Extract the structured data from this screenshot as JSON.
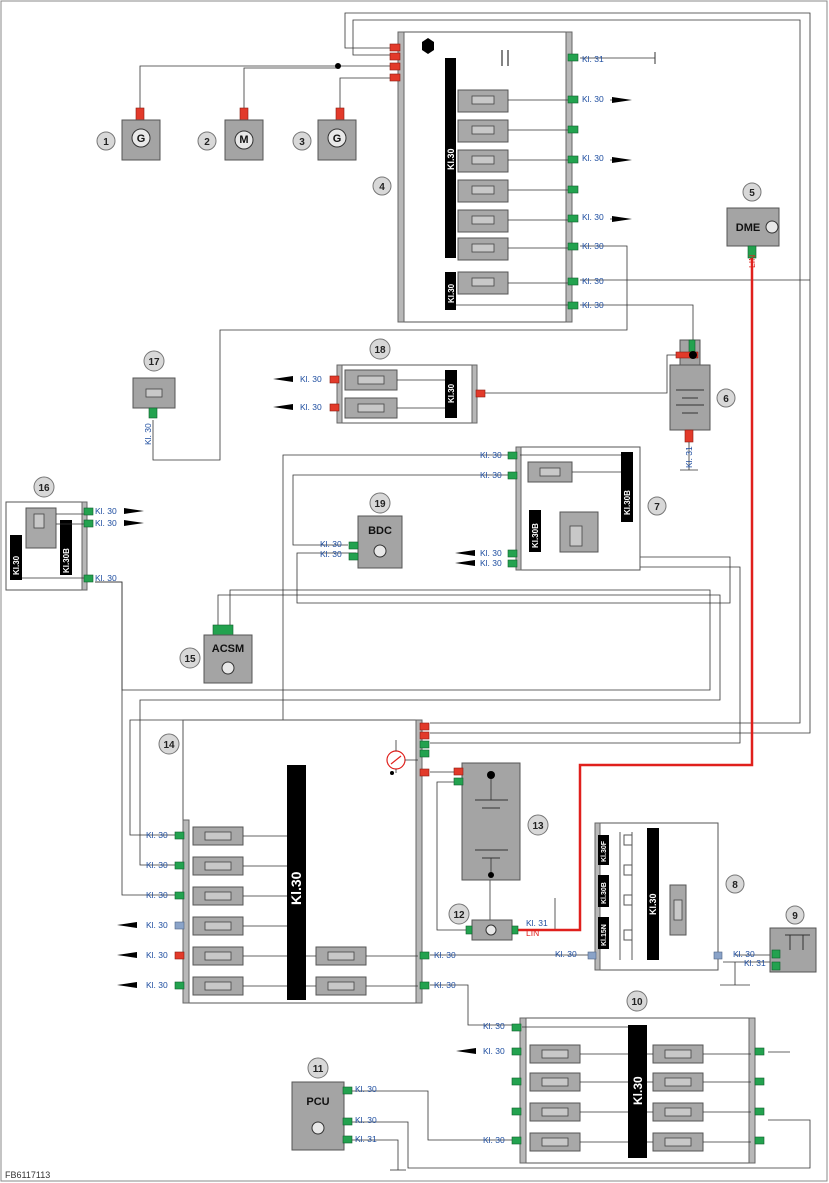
{
  "figure_code": "FB6117113",
  "components": {
    "c1": {
      "num": "1",
      "glyph": "G"
    },
    "c2": {
      "num": "2",
      "glyph": "M"
    },
    "c3": {
      "num": "3",
      "glyph": "G"
    },
    "c4": {
      "num": "4"
    },
    "c5": {
      "num": "5",
      "name": "DME"
    },
    "c6": {
      "num": "6"
    },
    "c7": {
      "num": "7"
    },
    "c8": {
      "num": "8"
    },
    "c9": {
      "num": "9"
    },
    "c10": {
      "num": "10"
    },
    "c11": {
      "num": "11",
      "name": "PCU"
    },
    "c12": {
      "num": "12"
    },
    "c13": {
      "num": "13"
    },
    "c14": {
      "num": "14"
    },
    "c15": {
      "num": "15",
      "name": "ACSM"
    },
    "c16": {
      "num": "16"
    },
    "c17": {
      "num": "17"
    },
    "c18": {
      "num": "18"
    },
    "c19": {
      "num": "19",
      "name": "BDC"
    }
  },
  "busbars": {
    "kl30": "Kl.30",
    "kl30b": "Kl.30B",
    "kl30f": "Kl.30F",
    "kl15n": "Kl.15N"
  },
  "terminals": {
    "kl30": "Kl. 30",
    "kl31": "Kl. 31",
    "lin": "LIN"
  },
  "colors": {
    "pin_green": "#23a24f",
    "pin_red": "#e23a2a",
    "pin_blue": "#8aa3c8",
    "lin_wire": "#e0201c",
    "label_blue": "#1f4ea0",
    "busbar": "#000000"
  }
}
